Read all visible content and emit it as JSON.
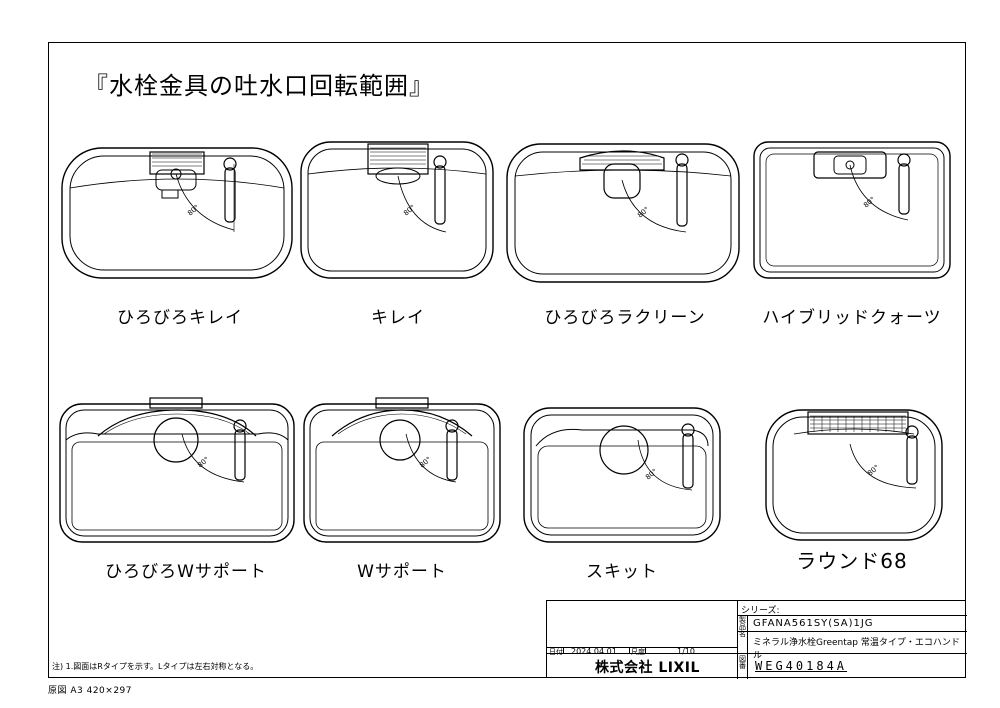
{
  "title": "『水栓金具の吐水口回転範囲』",
  "angle_label": "80°",
  "captions": [
    "ひろびろキレイ",
    "キレイ",
    "ひろびろラクリーン",
    "ハイブリッドクォーツ",
    "ひろびろWサポート",
    "Wサポート",
    "スキット",
    "ラウンド68"
  ],
  "title_block": {
    "series_label": "シリーズ:",
    "model": "GFANA561SY(SA)1JG",
    "product_label": "製品名",
    "product_name": "ミネラル浄水栓Greentap 常温タイプ・エコハンドル",
    "date_label": "日付",
    "date": "2024.04.01",
    "scale_label": "尺度",
    "scale": "1/10",
    "company": "株式会社 LIXIL",
    "drawing_no_label": "図番",
    "drawing_no": "WEG40184A"
  },
  "notes": {
    "note1": "注) 1.図面はRタイプを示す。Lタイプは左右対称となる。",
    "original": "原図 A3 420×297"
  }
}
